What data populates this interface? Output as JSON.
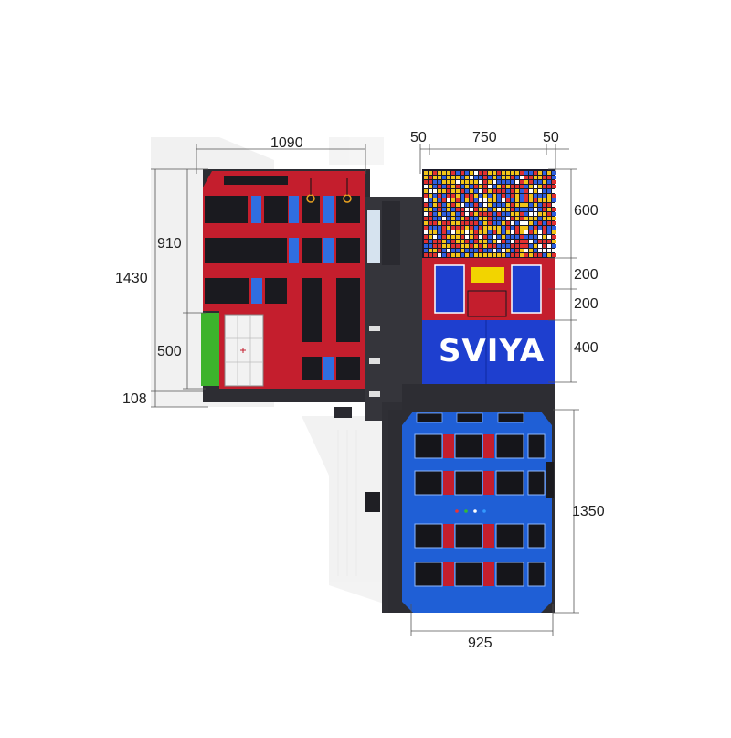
{
  "dimensions": {
    "left_width": "1090",
    "left_total_height": "1430",
    "left_upper_height": "910",
    "left_middle_height": "500",
    "left_bottom_offset": "108",
    "top_margin_left": "50",
    "top_width": "750",
    "top_margin_right": "50",
    "right_foam_pit_height": "600",
    "right_mid1_height": "200",
    "right_mid2_height": "200",
    "right_logo_height": "400",
    "right_lower_height": "1350",
    "bottom_width": "925"
  },
  "logo": {
    "text": "SVIYA"
  },
  "colors": {
    "red_frame": "#c0202e",
    "blue_frame": "#1f5fd6",
    "dark_floor": "#2f2f35",
    "black_pad": "#15151a",
    "green_wall": "#3db32c",
    "logo_bg": "#1e3fcf",
    "yellow_pad": "#f2d400"
  }
}
